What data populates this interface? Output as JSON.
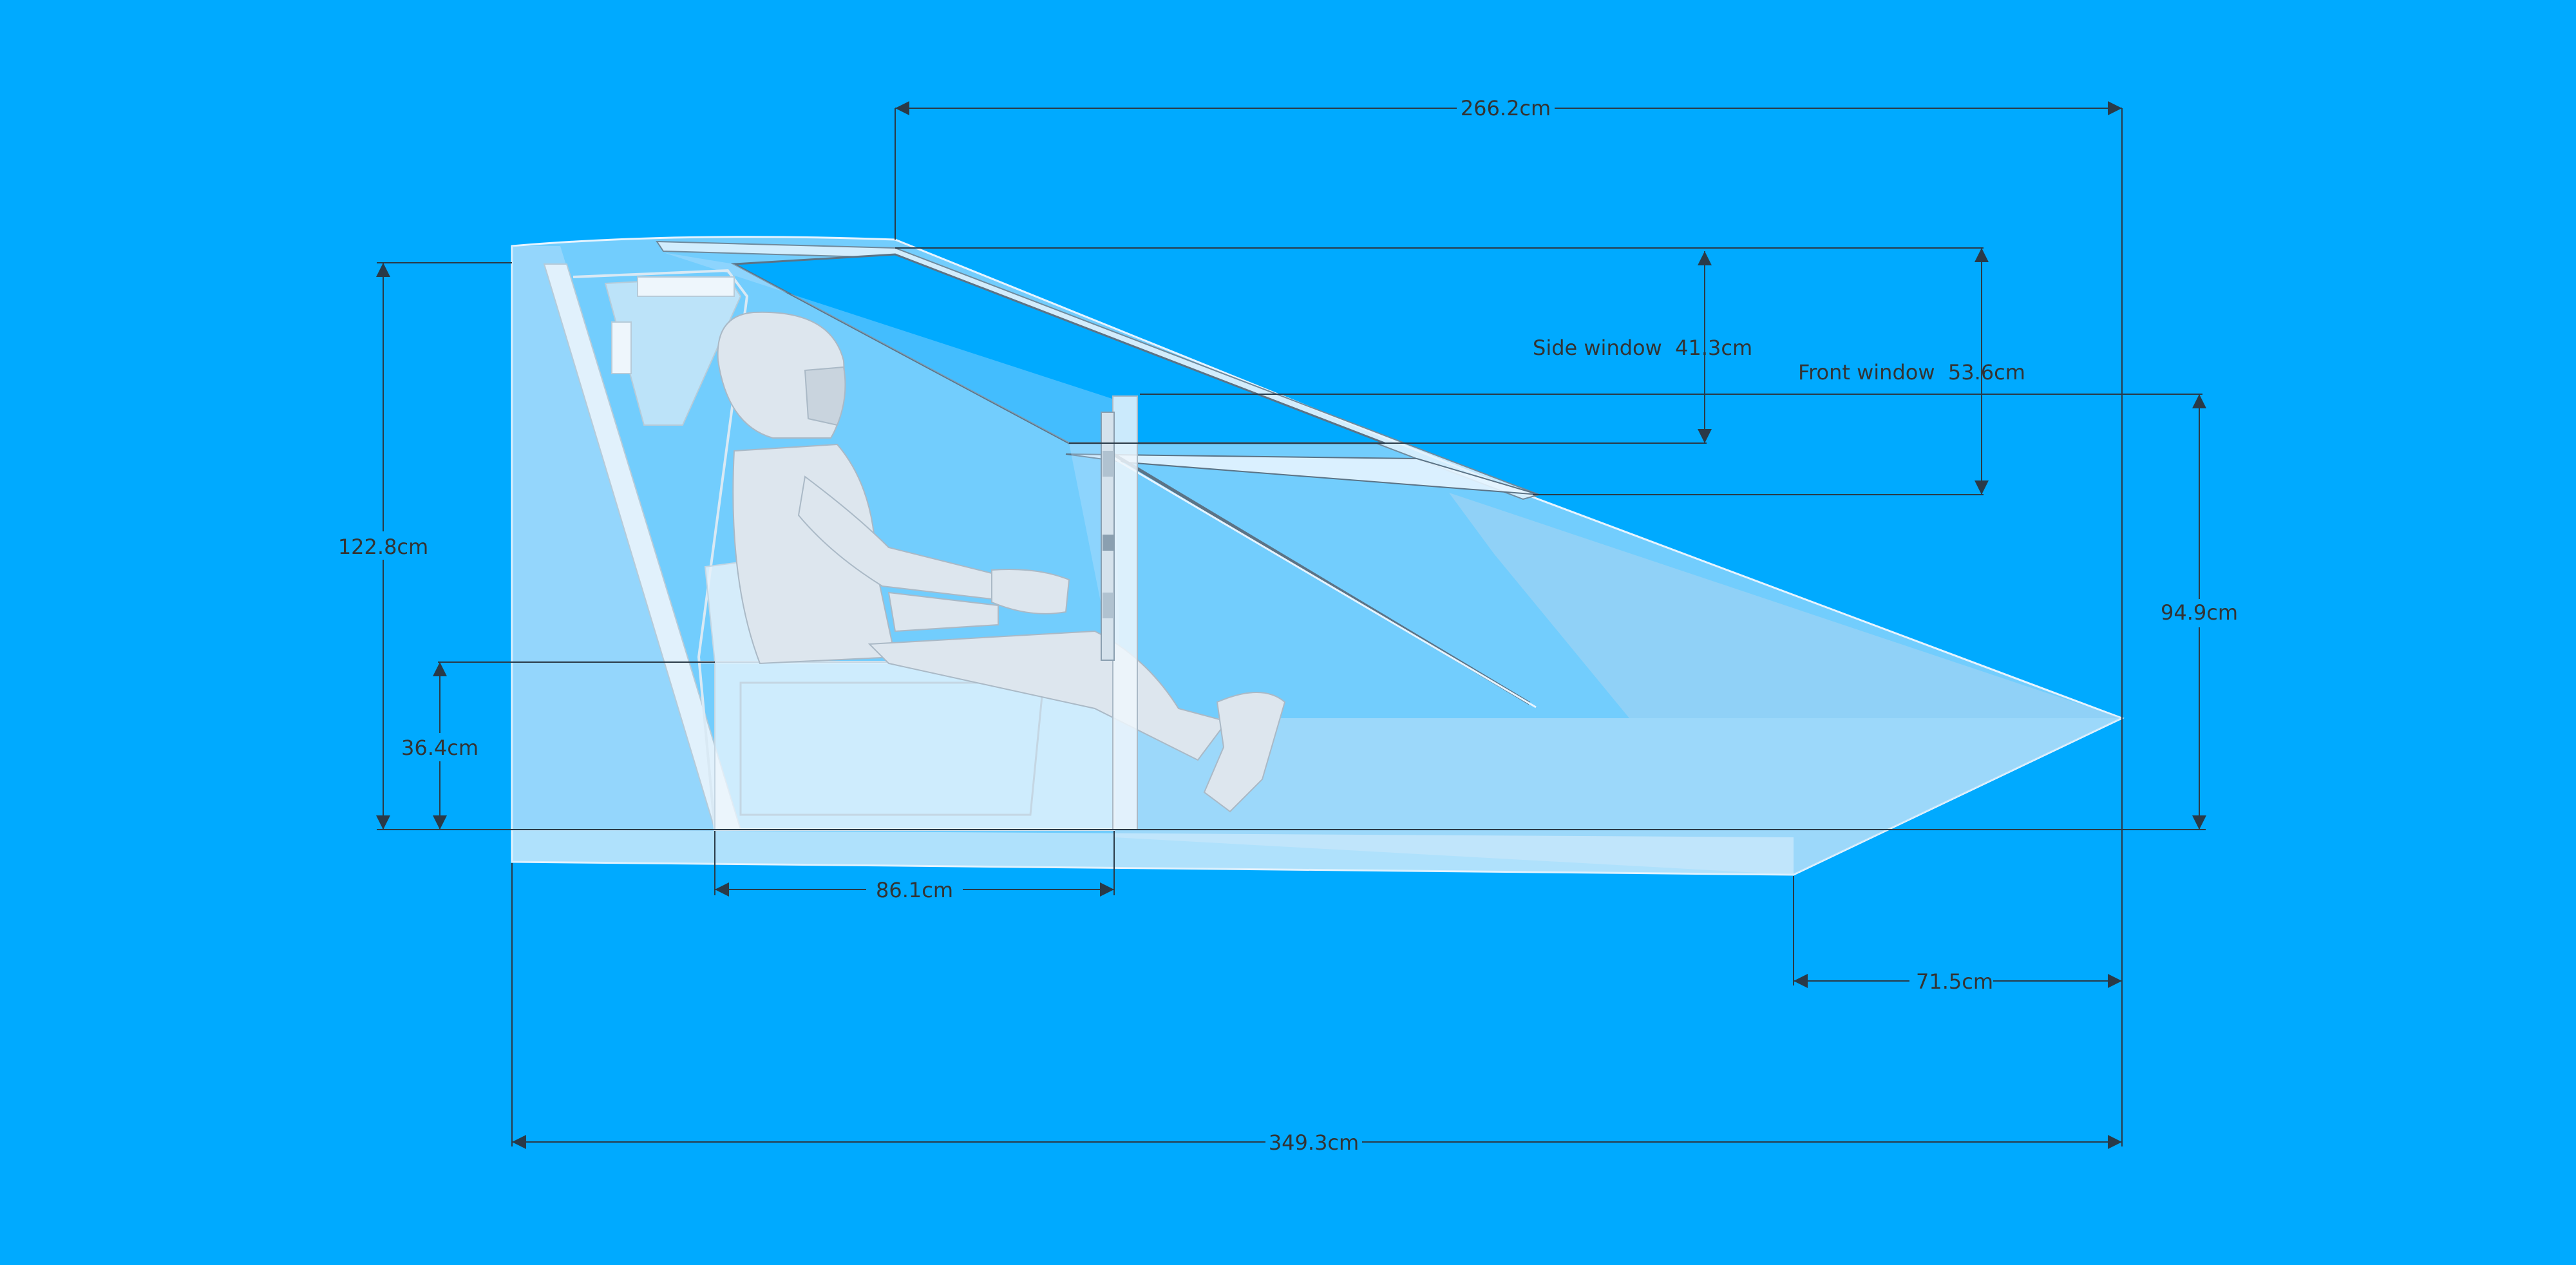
{
  "colors": {
    "background": "#00AAFF",
    "dimension_line": "#2a3a48",
    "hull_fill": "#cfe9fb",
    "hull_stroke": "#e6f4ff",
    "seat_fill": "#eef6fc",
    "pilot_fill": "#dde6ee",
    "label_text": "#333333"
  },
  "dimensions": {
    "overall_length": "349.3cm",
    "canopy_length": "266.2cm",
    "total_height": "122.8cm",
    "floor_height": "36.4cm",
    "seat_length": "86.1cm",
    "nose_length": "71.5cm",
    "nose_height": "94.9cm",
    "side_window": "Side window  41.3cm",
    "front_window": "Front window  53.6cm"
  }
}
